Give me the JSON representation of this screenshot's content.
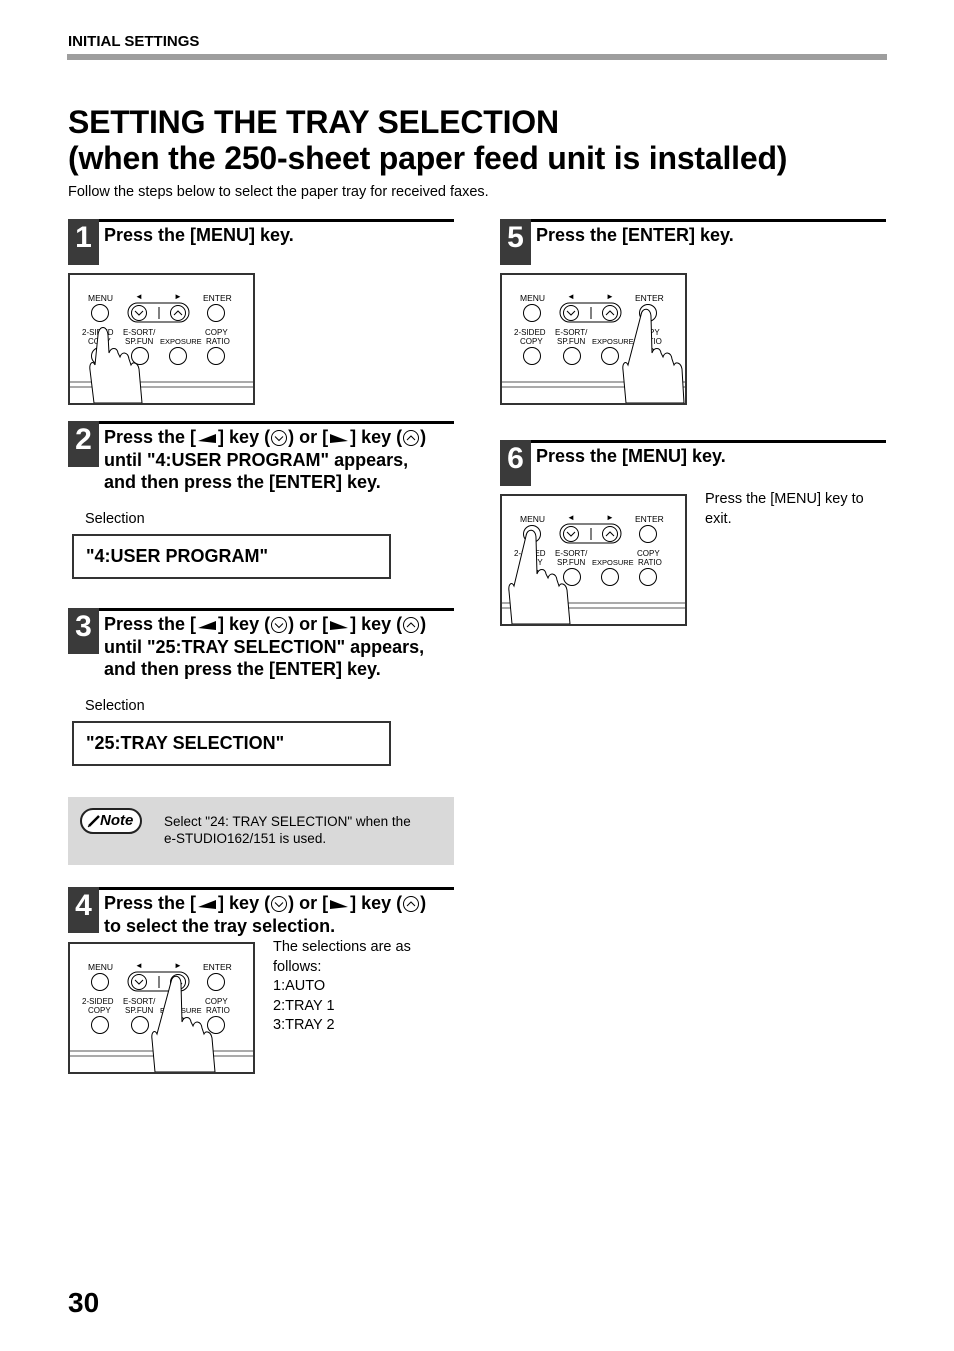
{
  "header": {
    "section_label": "INITIAL SETTINGS",
    "title_line1": "SETTING THE TRAY SELECTION",
    "title_line2": "(when the 250-sheet paper feed unit is installed)",
    "intro": "Follow the steps below to select the paper tray for received faxes."
  },
  "panel_labels": {
    "menu": "MENU",
    "left_arrow": "◄",
    "right_arrow": "►",
    "enter": "ENTER",
    "two_sided_line1": "2-SIDED",
    "two_sided_line2": "COPY",
    "esort_line1": "E-SORT/",
    "esort_line2": "SP.FUN",
    "exposure": "EXPOSURE",
    "copy_ratio_line1": "COPY",
    "copy_ratio_line2": "RATIO"
  },
  "steps": {
    "s1": {
      "num": "1",
      "text": "Press the [MENU] key."
    },
    "s2": {
      "num": "2",
      "line1_a": "Press the [",
      "line1_b": "] key (",
      "line1_c": ") or [",
      "line1_d": "] key (",
      "line1_e": ")",
      "line2": "until \"4:USER PROGRAM\" appears,",
      "line3": "and then press the [ENTER] key.",
      "selection_label": "Selection",
      "display": "\"4:USER PROGRAM\""
    },
    "s3": {
      "num": "3",
      "line1_a": "Press the [",
      "line1_b": "] key (",
      "line1_c": ") or [",
      "line1_d": "] key (",
      "line1_e": ")",
      "line2": "until \"25:TRAY SELECTION\" appears,",
      "line3": "and then press the [ENTER] key.",
      "selection_label": "Selection",
      "display": "\"25:TRAY SELECTION\""
    },
    "note": {
      "badge": "Note",
      "line1": "Select \"24: TRAY SELECTION\" when the",
      "line2": "e-STUDIO162/151 is used."
    },
    "s4": {
      "num": "4",
      "line1_a": "Press the [",
      "line1_b": "] key (",
      "line1_c": ") or [",
      "line1_d": "] key (",
      "line1_e": ")",
      "line2": "to select the tray selection.",
      "desc1": "The selections are as",
      "desc2": "follows:",
      "opt1": "1:AUTO",
      "opt2": "2:TRAY 1",
      "opt3": "3:TRAY 2"
    },
    "s5": {
      "num": "5",
      "text": "Press the [ENTER] key."
    },
    "s6": {
      "num": "6",
      "text": "Press the [MENU] key.",
      "desc1": "Press the [MENU] key to",
      "desc2": "exit."
    }
  },
  "page_number": "30"
}
